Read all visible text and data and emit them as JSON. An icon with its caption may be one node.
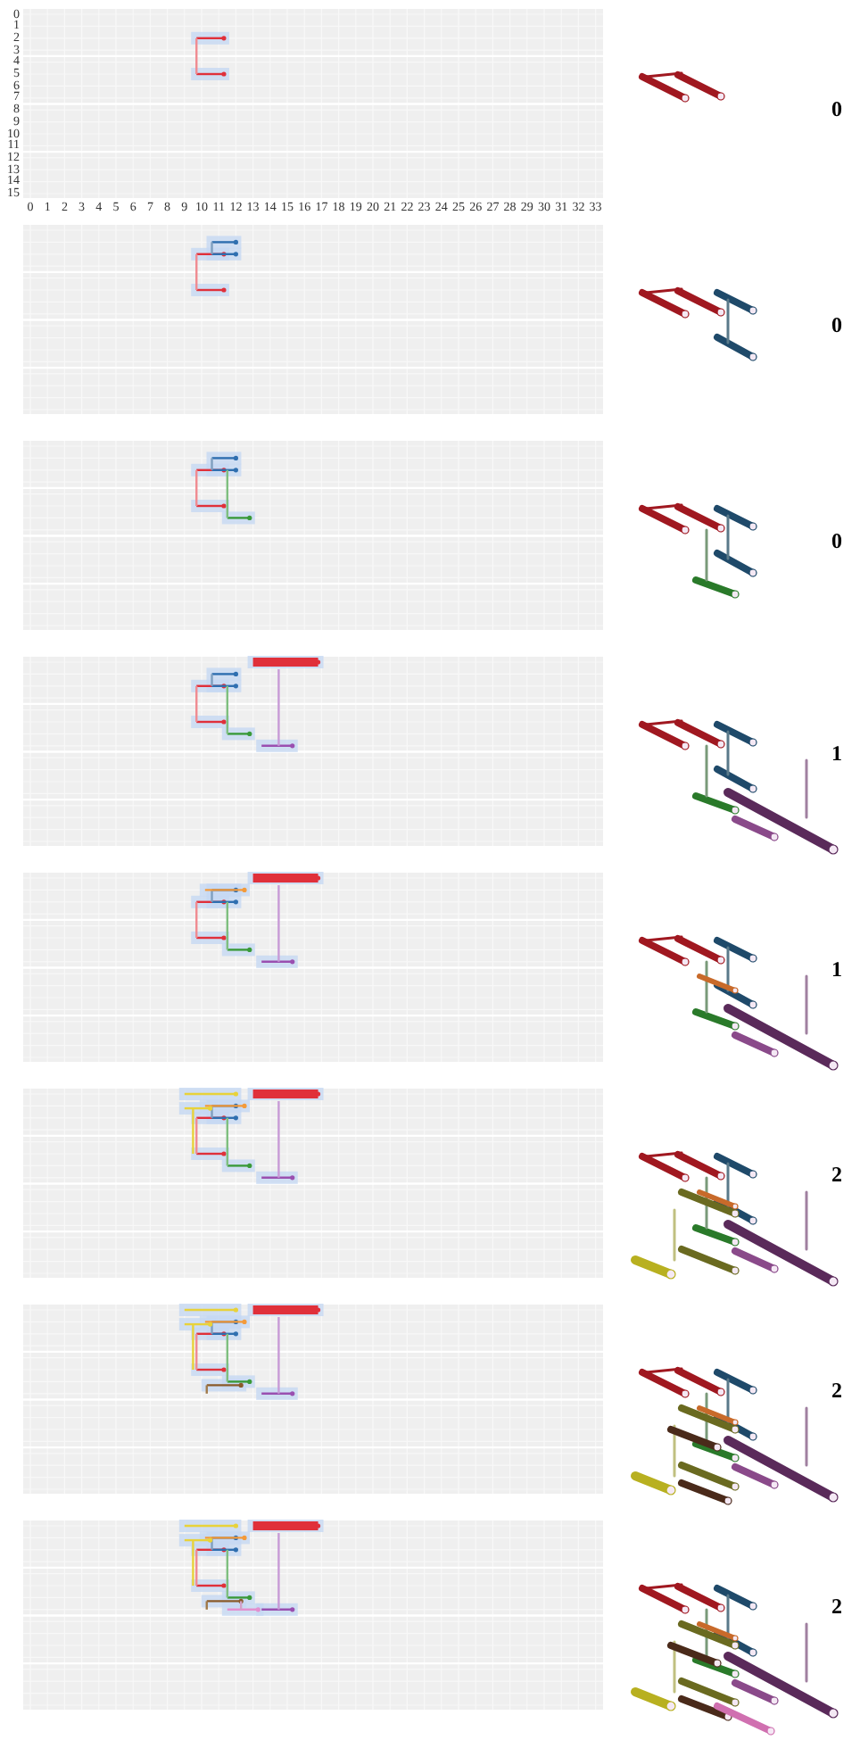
{
  "diagram": {
    "labels": [
      "0",
      "1",
      "2",
      "3",
      "4",
      "5",
      "6",
      "7",
      "8",
      "9",
      "10",
      "11",
      "12",
      "13",
      "14",
      "15",
      "0",
      "1",
      "2",
      "3",
      "4",
      "5",
      "6",
      "7",
      "8",
      "9",
      "10",
      "11",
      "12",
      "13",
      "14",
      "15",
      "16",
      "17",
      "18",
      "19",
      "20",
      "21",
      "22",
      "23",
      "24",
      "25",
      "26",
      "27",
      "28",
      "29",
      "30",
      "31",
      "32",
      "33",
      "0",
      "0",
      "0",
      "1",
      "1",
      "2",
      "2",
      "2"
    ]
  }
}
